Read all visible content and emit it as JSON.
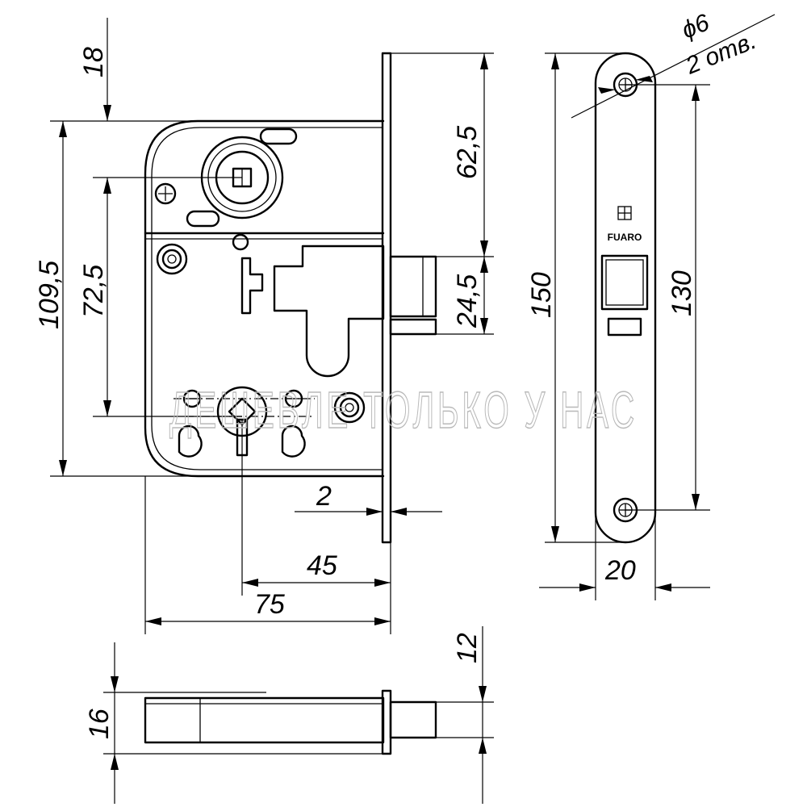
{
  "dimensions": {
    "d18": "18",
    "d109_5": "109,5",
    "d72_5": "72,5",
    "d62_5": "62,5",
    "d24_5": "24,5",
    "d2": "2",
    "d45": "45",
    "d75": "75",
    "d150": "150",
    "d130": "130",
    "d20": "20",
    "d12": "12",
    "d16": "16",
    "hole_diameter": "ϕ6",
    "hole_count": "2 отв."
  },
  "brand": "FUARO",
  "watermark": "ДЕШЕВЛЕ ТОЛЬКО У НАС",
  "colors": {
    "line": "#000000",
    "background": "#ffffff",
    "watermark": "#b9b9b9"
  }
}
